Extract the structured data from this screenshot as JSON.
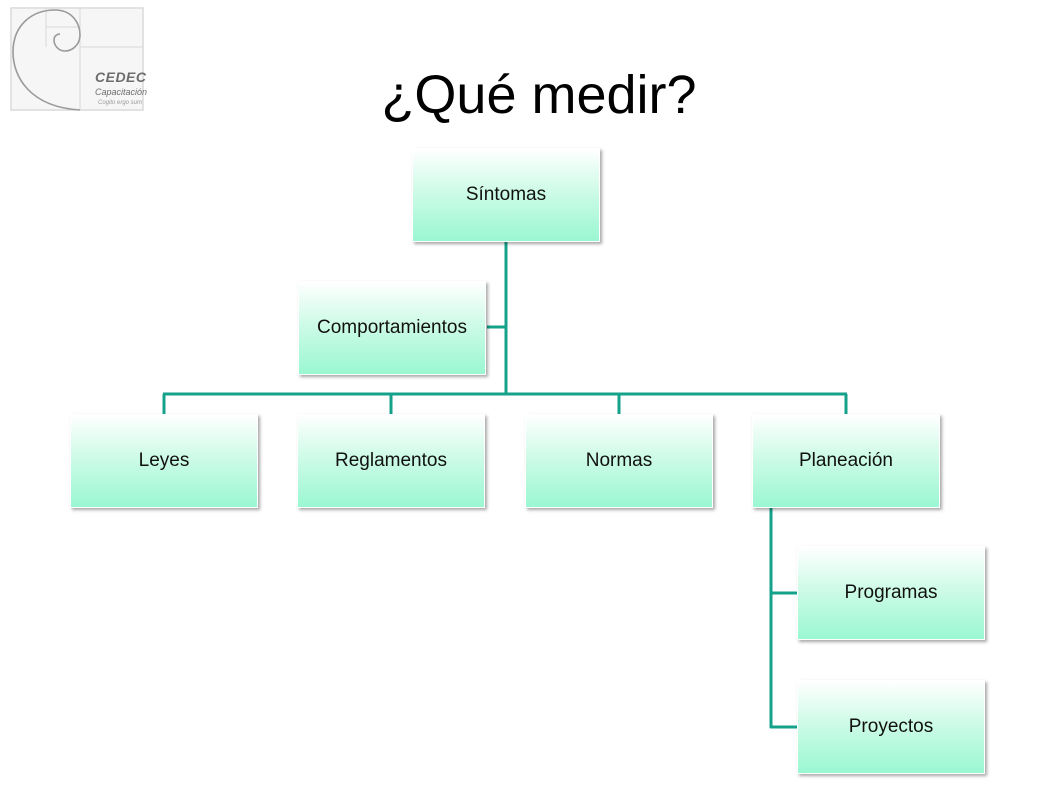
{
  "logo": {
    "name": "CEDEC",
    "subtitle": "Capacitación",
    "motto": "Cogito ergo sum"
  },
  "title": "¿Qué medir?",
  "diagram": {
    "root": "Síntomas",
    "assistant": "Comportamientos",
    "children": [
      "Leyes",
      "Reglamentos",
      "Normas",
      "Planeación"
    ],
    "planeacion_children": [
      "Programas",
      "Proyectos"
    ]
  },
  "colors": {
    "connector": "#14a28a",
    "node_fill_top": "#ffffff",
    "node_fill_bottom": "#9af7d2"
  }
}
